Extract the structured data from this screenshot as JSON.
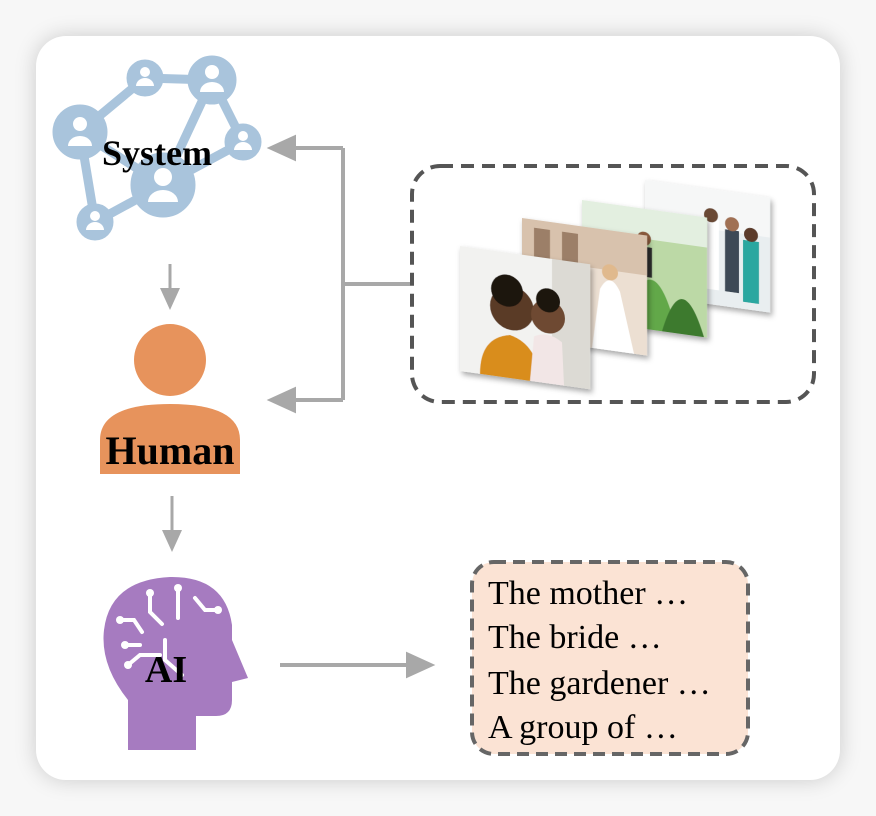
{
  "nodes": {
    "system": {
      "label": "System",
      "icon": "network-people-icon",
      "color": "#a9c4dc"
    },
    "human": {
      "label": "Human",
      "icon": "person-icon",
      "color": "#e7935c"
    },
    "ai": {
      "label": "AI",
      "icon": "ai-head-circuit-icon",
      "color": "#a67bc0"
    }
  },
  "images_box": {
    "photos": [
      {
        "icon": "photo-mother-child-icon"
      },
      {
        "icon": "photo-bride-icon"
      },
      {
        "icon": "photo-gardener-icon"
      },
      {
        "icon": "photo-medical-group-icon"
      }
    ]
  },
  "captions_box": {
    "background": "#fbe3d4",
    "lines": [
      "The mother …",
      "The bride …",
      "The gardener …",
      "A group of …"
    ]
  },
  "colors": {
    "arrow": "#a8a8a8",
    "dashed_border": "#555555"
  }
}
